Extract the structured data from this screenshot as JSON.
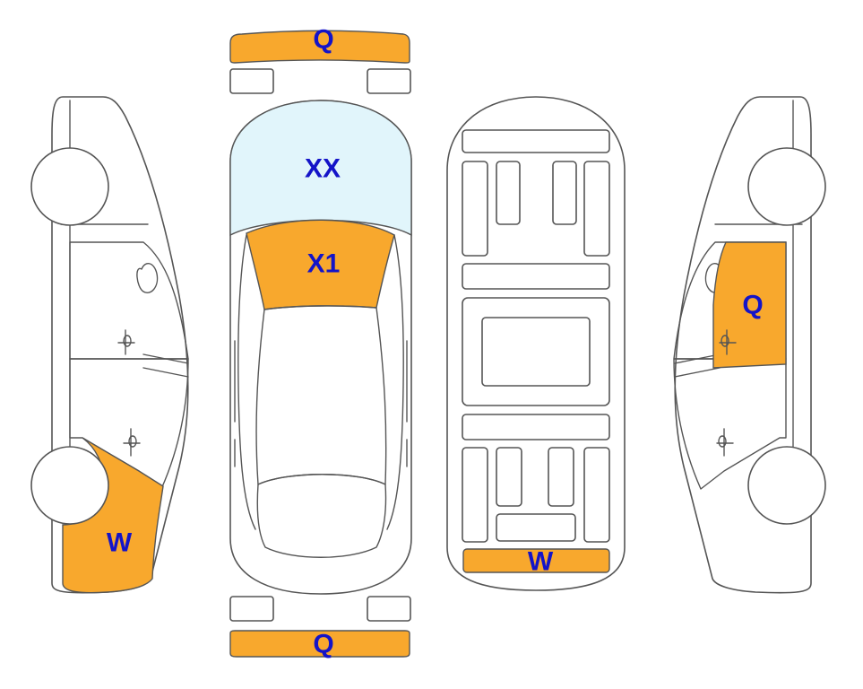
{
  "colors": {
    "damage": "#F8A82D",
    "glass": "#E1F5FB",
    "label": "#1414C8",
    "outline": "#555555"
  },
  "zones": {
    "front_bumper": {
      "code": "Q",
      "marked": true
    },
    "windshield": {
      "code": "XX",
      "marked": false
    },
    "hood": {
      "code": "X1",
      "marked": true
    },
    "left_rear_door": {
      "code": "W",
      "marked": true
    },
    "right_front_door": {
      "code": "Q",
      "marked": true
    },
    "underbody_rear": {
      "code": "W",
      "marked": true
    },
    "rear_bumper": {
      "code": "Q",
      "marked": true
    }
  }
}
